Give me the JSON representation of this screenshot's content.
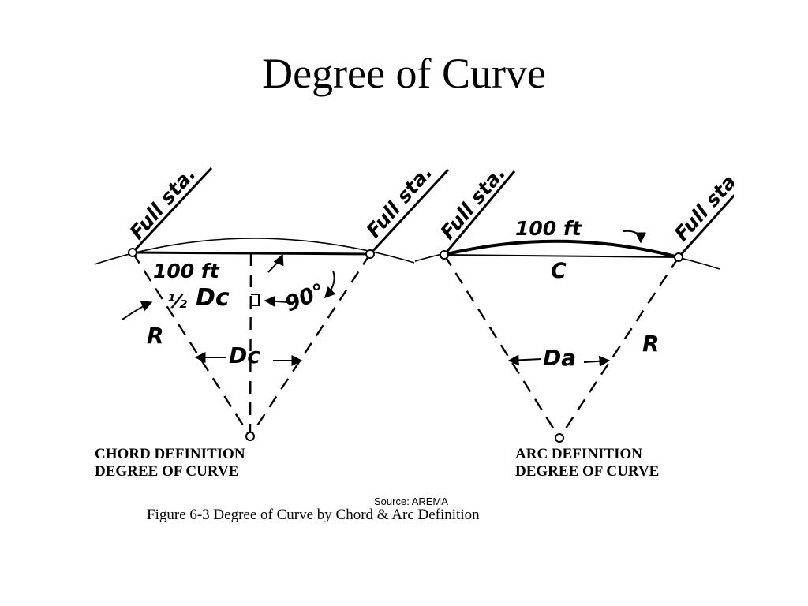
{
  "slide": {
    "title": "Degree of Curve",
    "source": "Source: AREMA",
    "figure_caption": "Figure 6-3  Degree of Curve by Chord & Arc Definition"
  },
  "diagram": {
    "left": {
      "station_label_left": "Full sta.",
      "station_label_right": "Full sta.",
      "length_label": "100 ft",
      "half_angle_fraction": "½",
      "half_angle_label": "Dc",
      "right_angle_label": "90°",
      "radius_label": "R",
      "central_angle_label": "Dc",
      "caption_line1": "CHORD DEFINITION",
      "caption_line2": "DEGREE OF CURVE"
    },
    "right": {
      "station_label_left": "Full sta.",
      "station_label_right": "Full sta.",
      "length_label": "100 ft",
      "chord_label": "C",
      "radius_label": "R",
      "central_angle_label": "Da",
      "caption_line1": "ARC DEFINITION",
      "caption_line2": "DEGREE OF CURVE"
    }
  }
}
